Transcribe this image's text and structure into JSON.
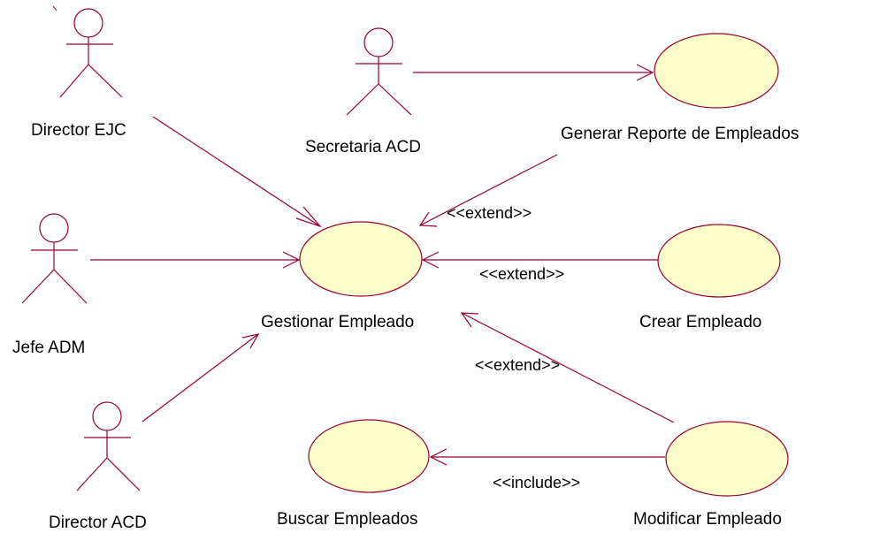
{
  "actors": [
    {
      "id": "director-ejc",
      "name": "Director EJC"
    },
    {
      "id": "secretaria-acd",
      "name": "Secretaria ACD"
    },
    {
      "id": "jefe-adm",
      "name": "Jefe ADM"
    },
    {
      "id": "director-acd",
      "name": "Director ACD"
    }
  ],
  "use_cases": [
    {
      "id": "gestionar-empleado",
      "name": "Gestionar Empleado"
    },
    {
      "id": "generar-reporte",
      "name": "Generar Reporte de Empleados"
    },
    {
      "id": "crear-empleado",
      "name": "Crear Empleado"
    },
    {
      "id": "buscar-empleados",
      "name": "Buscar Empleados"
    },
    {
      "id": "modificar-empleado",
      "name": "Modificar Empleado"
    }
  ],
  "relations": [
    {
      "from": "director-ejc",
      "to": "gestionar-empleado",
      "kind": "association"
    },
    {
      "from": "jefe-adm",
      "to": "gestionar-empleado",
      "kind": "association"
    },
    {
      "from": "director-acd",
      "to": "gestionar-empleado",
      "kind": "association"
    },
    {
      "from": "secretaria-acd",
      "to": "generar-reporte",
      "kind": "association"
    },
    {
      "from": "generar-reporte",
      "to": "gestionar-empleado",
      "kind": "extend",
      "label": "<<extend>>"
    },
    {
      "from": "crear-empleado",
      "to": "gestionar-empleado",
      "kind": "extend",
      "label": "<<extend>>"
    },
    {
      "from": "modificar-empleado",
      "to": "gestionar-empleado",
      "kind": "extend",
      "label": "<<extend>>"
    },
    {
      "from": "modificar-empleado",
      "to": "buscar-empleados",
      "kind": "include",
      "label": "<<include>>"
    }
  ],
  "colors": {
    "line": "#990033",
    "usecase_fill": "#ffffcc",
    "text": "#000000"
  }
}
